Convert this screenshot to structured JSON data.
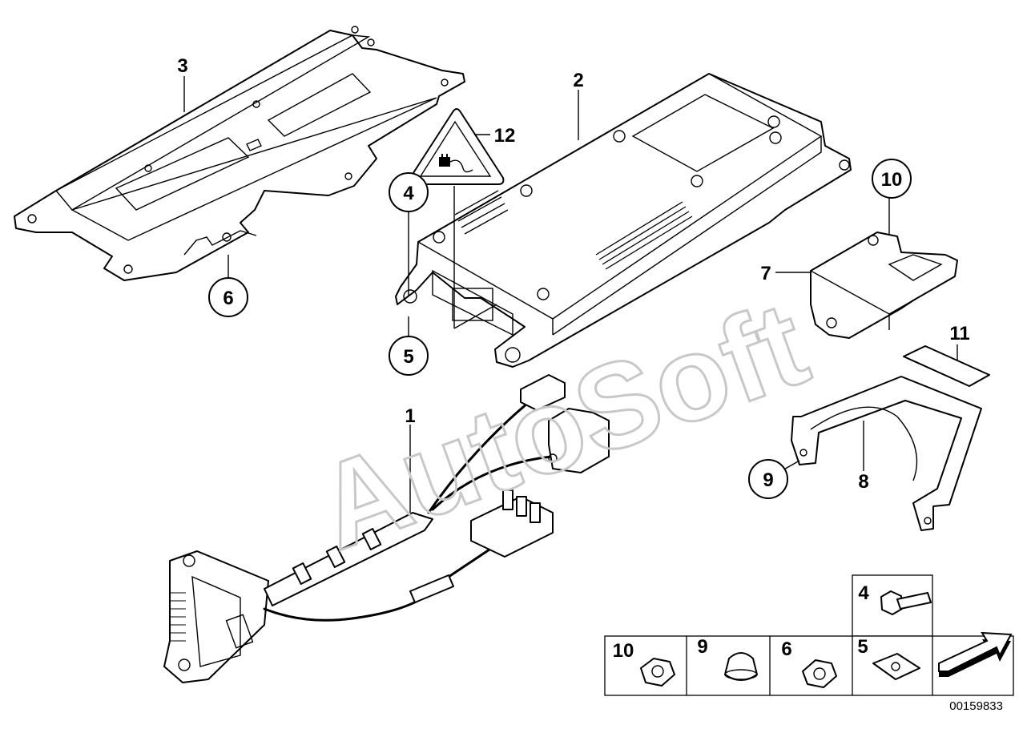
{
  "callouts": [
    {
      "id": "c1",
      "text": "1",
      "circled": false
    },
    {
      "id": "c2",
      "text": "2",
      "circled": false
    },
    {
      "id": "c3",
      "text": "3",
      "circled": false
    },
    {
      "id": "c4",
      "text": "4",
      "circled": true
    },
    {
      "id": "c5",
      "text": "5",
      "circled": true
    },
    {
      "id": "c6",
      "text": "6",
      "circled": true
    },
    {
      "id": "c7",
      "text": "7",
      "circled": false
    },
    {
      "id": "c8",
      "text": "8",
      "circled": false
    },
    {
      "id": "c9",
      "text": "9",
      "circled": true
    },
    {
      "id": "c10",
      "text": "10",
      "circled": true
    },
    {
      "id": "c11",
      "text": "11",
      "circled": false
    },
    {
      "id": "c12",
      "text": "12",
      "circled": false
    }
  ],
  "hardware_table": {
    "top_cell": "4",
    "cells": [
      "10",
      "9",
      "6",
      "5"
    ]
  },
  "watermark": "AutoSoft",
  "document_number": "00159833"
}
